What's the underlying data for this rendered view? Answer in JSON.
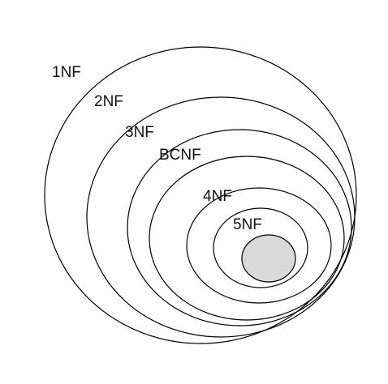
{
  "diagram": {
    "labels": {
      "nf1": "1NF",
      "nf2": "2NF",
      "nf3": "3NF",
      "bcnf": "BCNF",
      "nf4": "4NF",
      "nf5": "5NF"
    },
    "colors": {
      "stroke": "#000000",
      "background": "#ffffff",
      "core_fill": "#d9d9d9"
    }
  }
}
